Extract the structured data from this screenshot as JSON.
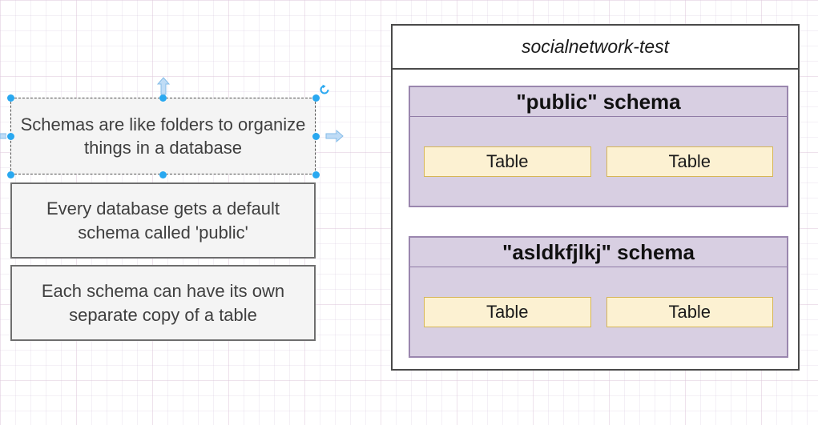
{
  "notes": [
    {
      "text": "Schemas are like folders to organize things in a database",
      "state": "selected"
    },
    {
      "text": "Every database gets a default schema called 'public'",
      "state": "normal"
    },
    {
      "text": "Each schema can have its own separate copy of a table",
      "state": "normal"
    }
  ],
  "database": {
    "title": "socialnetwork-test",
    "schemas": [
      {
        "label": "\"public\" schema",
        "tables": [
          {
            "label": "Table"
          },
          {
            "label": "Table"
          }
        ]
      },
      {
        "label": "\"asldkfjlkj\" schema",
        "tables": [
          {
            "label": "Table"
          },
          {
            "label": "Table"
          }
        ]
      }
    ]
  },
  "icons": {
    "rotate_handle": "circular-arrow",
    "direction_up": "up-arrow",
    "direction_right": "right-arrow",
    "direction_left": "left-arrow",
    "selection_handle": "blue-dot"
  },
  "colors": {
    "selection_handle": "#29a8f0",
    "direction_arrow_fill": "#bfdcf6",
    "direction_arrow_stroke": "#85bce8",
    "note_fill": "#f4f4f4",
    "note_border": "#6e6e6e",
    "note_text": "#3f3f3f",
    "db_border": "#4a4a4a",
    "schema_fill": "#d8cfe2",
    "schema_border": "#9a86ae",
    "table_fill": "#fcf1d2",
    "table_border": "#d6b656",
    "grid_line": "#e7ddef"
  }
}
